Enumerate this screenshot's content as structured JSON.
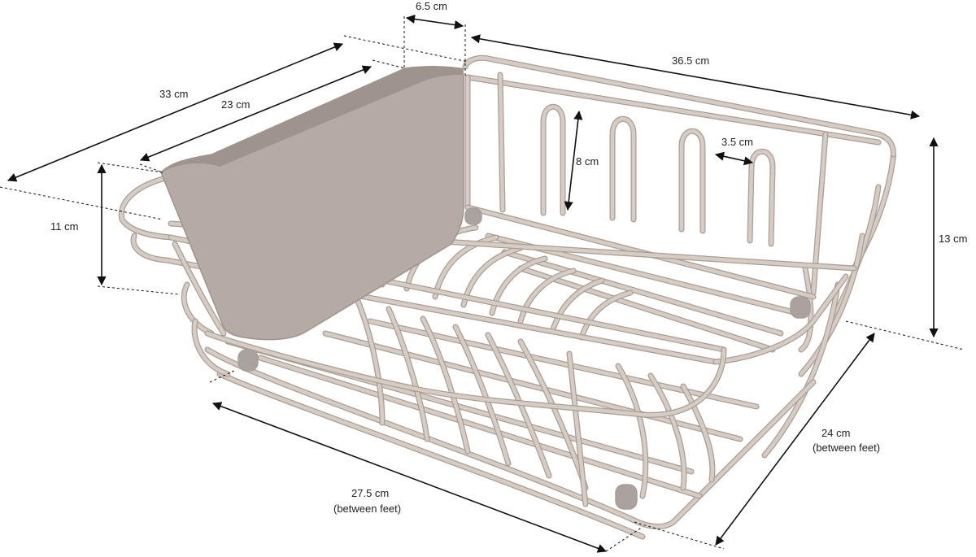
{
  "product": {
    "wire_color": "#d6ccc4",
    "wire_outline": "#a89e96",
    "holder_color": "#b5aba4",
    "holder_shade": "#9e948d",
    "foot_color": "#a9a29e"
  },
  "dimensions": {
    "width_top": "36.5 cm",
    "depth_outer": "33 cm",
    "depth_inner": "23 cm",
    "holder_width": "6.5 cm",
    "holder_height": "11 cm",
    "height_total": "13 cm",
    "prong_height": "8 cm",
    "prong_gap": "3.5 cm",
    "feet_depth_value": "24 cm",
    "feet_depth_note": "(between feet)",
    "feet_width_value": "27.5 cm",
    "feet_width_note": "(between feet)"
  }
}
